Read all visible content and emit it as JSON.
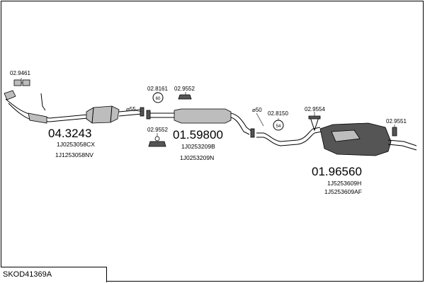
{
  "diagram_code": "SKOD41369A",
  "parts": [
    {
      "id": "front-pipe",
      "number": "04.3243",
      "refs": [
        "1J0253058CX",
        "1J1253058NV"
      ]
    },
    {
      "id": "middle-silencer",
      "number": "01.59800",
      "refs": [
        "1J0253209B",
        "1J0253209N"
      ]
    },
    {
      "id": "rear-silencer",
      "number": "01.96560",
      "refs": [
        "1J5253609H",
        "1J5253609AF"
      ]
    }
  ],
  "fittings": {
    "gasket_front": "02.9461",
    "clamp_55": "02.8161",
    "hanger_a": "02.9552",
    "hanger_b": "02.9552",
    "clamp_50": "02.8150",
    "hanger_c": "02.9554",
    "hanger_d": "02.9551"
  },
  "diameters": {
    "d55": "⌀55",
    "d50": "⌀50"
  },
  "clamp_marks": {
    "clamp_55_mark": "60",
    "clamp_50_mark": "54"
  }
}
